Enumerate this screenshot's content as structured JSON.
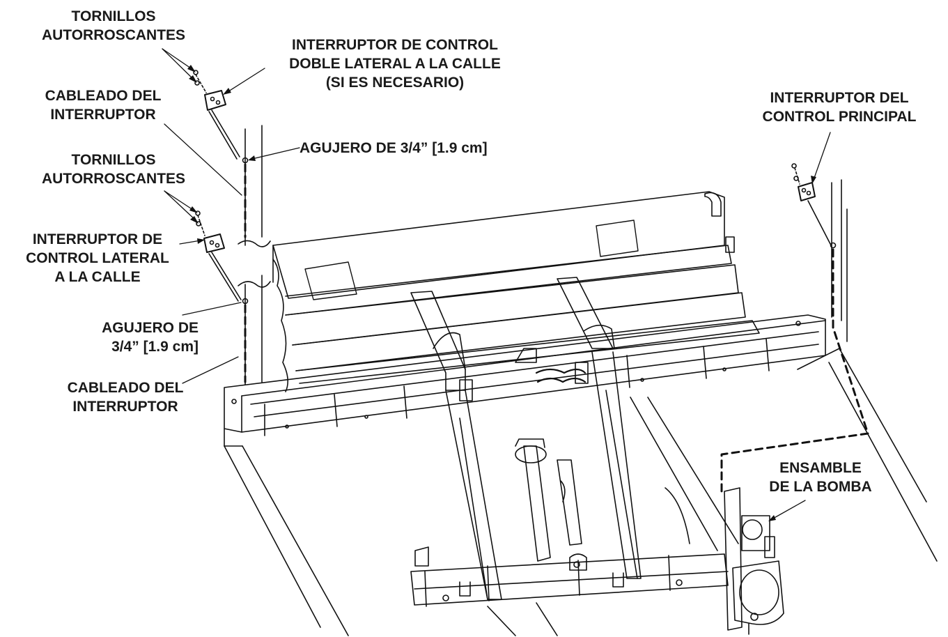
{
  "diagram": {
    "labels": {
      "screws_top": [
        "TORNILLOS",
        "AUTORROSCANTES"
      ],
      "dual_switch": [
        "INTERRUPTOR DE CONTROL",
        "DOBLE LATERAL A LA CALLE",
        "(SI ES NECESARIO)"
      ],
      "wiring_top": [
        "CABLEADO DEL",
        "INTERRUPTOR"
      ],
      "hole_top": "AGUJERO DE 3/4” [1.9 cm]",
      "screws_mid": [
        "TORNILLOS",
        "AUTORROSCANTES"
      ],
      "curb_switch": [
        "INTERRUPTOR DE",
        "CONTROL LATERAL",
        "A LA CALLE"
      ],
      "hole_bottom": [
        "AGUJERO DE",
        "3/4” [1.9 cm]"
      ],
      "wiring_bottom": [
        "CABLEADO DEL",
        "INTERRUPTOR"
      ],
      "main_switch": [
        "INTERRUPTOR DEL",
        "CONTROL PRINCIPAL"
      ],
      "pump": [
        "ENSAMBLE",
        "DE LA BOMBA"
      ]
    }
  }
}
